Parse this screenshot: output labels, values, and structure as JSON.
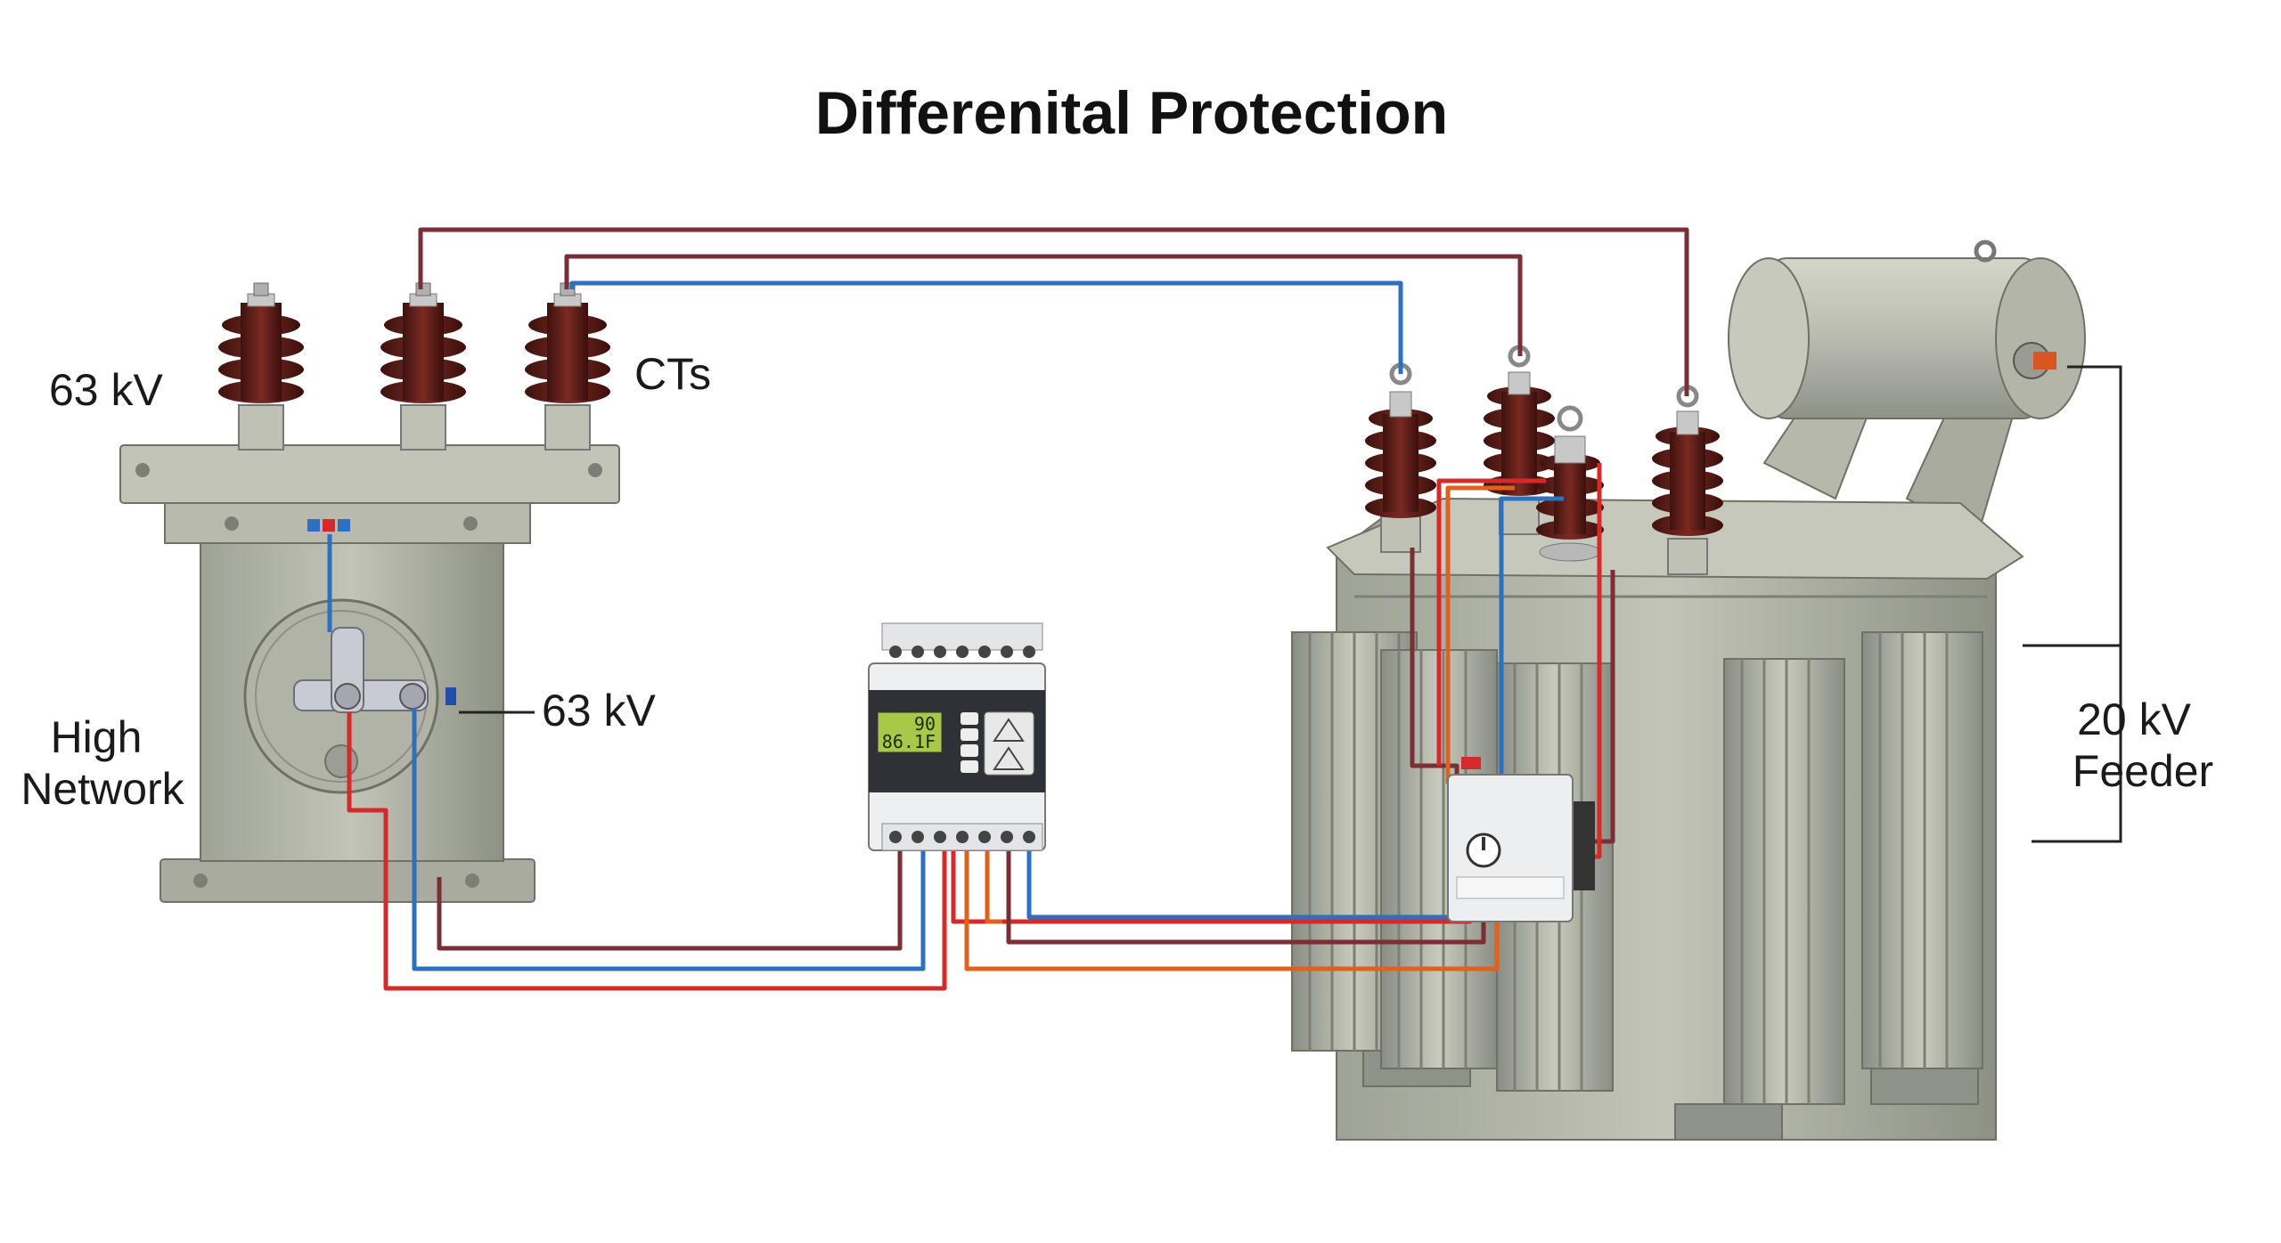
{
  "title": "Differenital Protection",
  "labels": {
    "left_voltage_top": "63 kV",
    "cts": "CTs",
    "left_voltage_mid": "63 kV",
    "high_network_line1": "High",
    "high_network_line2": "Network",
    "feeder_line1": "20 kV",
    "feeder_line2": "Feeder"
  },
  "relay": {
    "lcd_line1": "90",
    "lcd_line2": "86.1F"
  },
  "colors": {
    "maroon_wire": "#7a2e36",
    "blue_wire": "#2f6fbf",
    "red_wire": "#d42a2a",
    "orange_wire": "#e0601e",
    "bushing": "#5e1f1a",
    "tank": "#b3b5a8"
  }
}
